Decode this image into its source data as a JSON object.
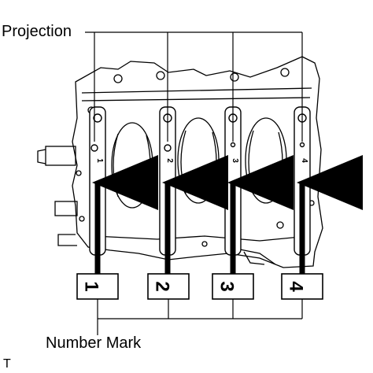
{
  "labels": {
    "projection": "Projection",
    "number_mark": "Number Mark",
    "code": "T"
  },
  "caps": [
    {
      "number": "1",
      "ref": "1"
    },
    {
      "number": "2",
      "ref": "2"
    },
    {
      "number": "3",
      "ref": "3"
    },
    {
      "number": "4",
      "ref": "4"
    }
  ]
}
